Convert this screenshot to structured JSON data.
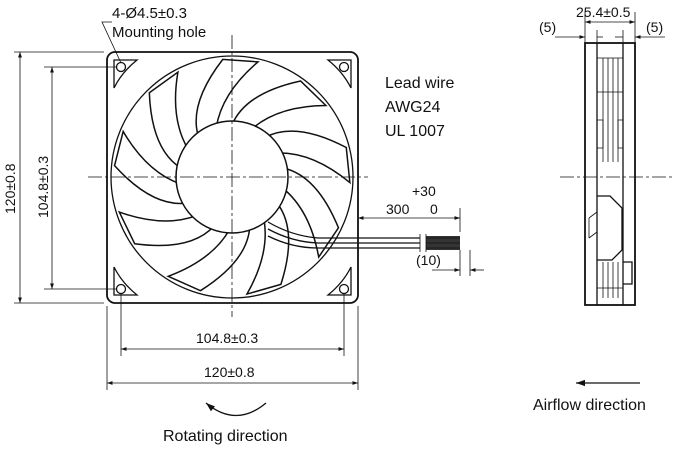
{
  "labels": {
    "hole_spec": "4-Ø4.5±0.3",
    "hole_note": "Mounting hole",
    "lead_wire_title": "Lead wire",
    "lead_wire_gauge": "AWG24",
    "lead_wire_standard": "UL 1007",
    "wire_tol": "+30",
    "wire_length": "300",
    "wire_tol_lower": "0",
    "wire_strip": "(10)",
    "height_overall": "120±0.8",
    "height_holes": "104.8±0.3",
    "width_holes": "104.8±0.3",
    "width_overall": "120±0.8",
    "depth": "25.4±0.5",
    "side_left": "(5)",
    "side_right": "(5)",
    "rotating": "Rotating direction",
    "airflow": "Airflow direction"
  },
  "icons": {
    "rotation_arrow": "curved-arrow-icon",
    "airflow_arrow": "left-arrow-icon"
  }
}
